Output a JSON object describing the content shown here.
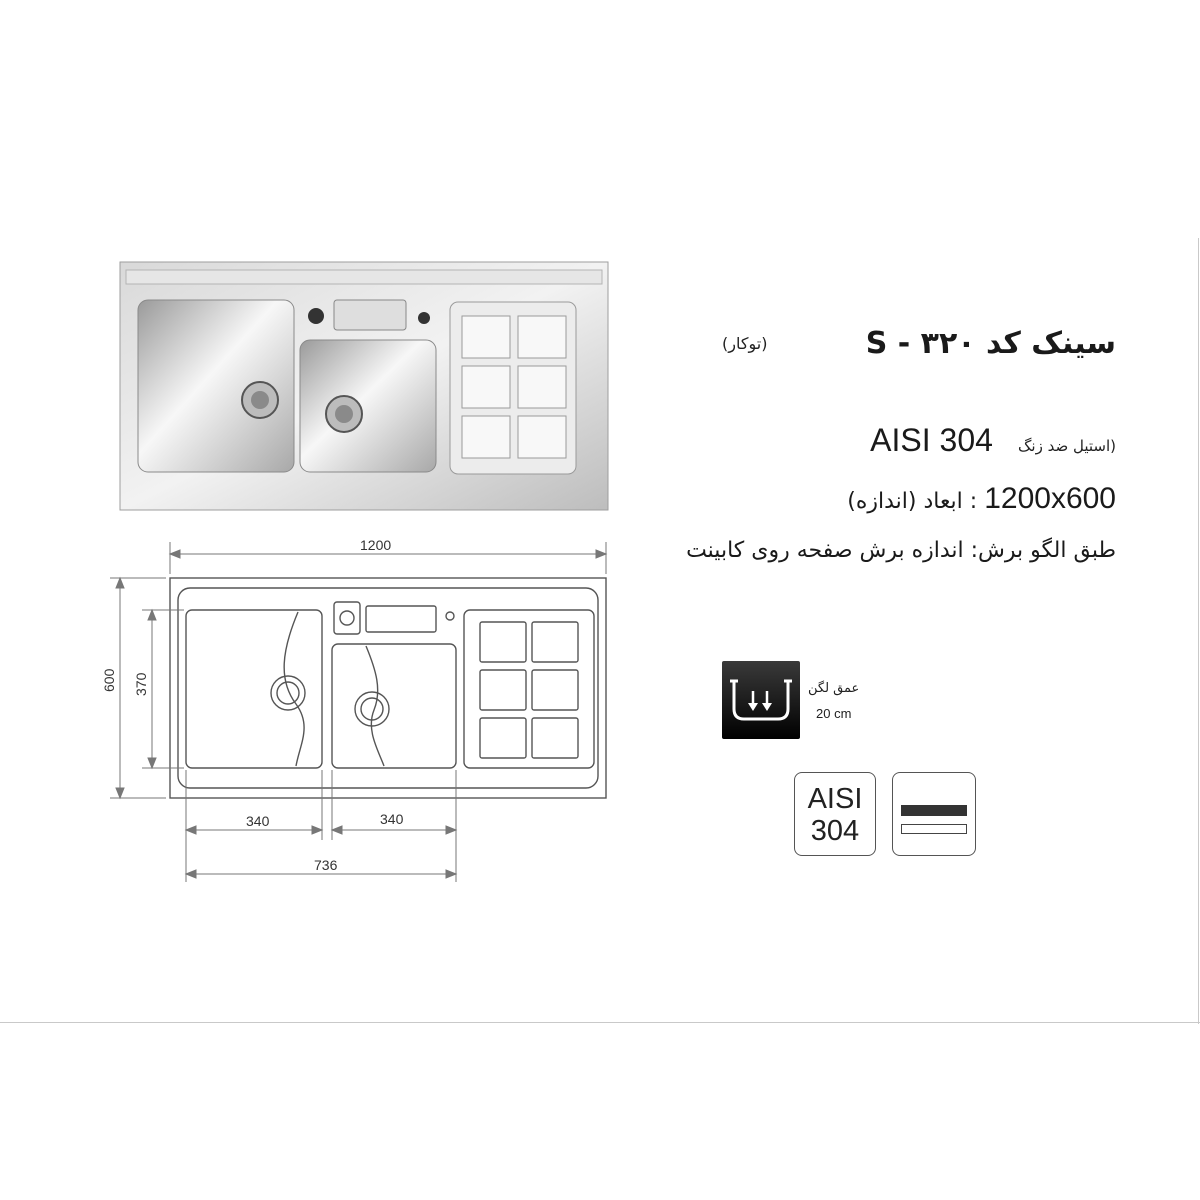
{
  "product": {
    "title": "سینک کد S - ۳۲۰",
    "install_type": "(توکار)",
    "material_note": "(استیل ضد زنگ",
    "material": "AISI 304",
    "dimensions_label": ": ابعاد (اندازه)",
    "dimensions_value": "1200x600",
    "cut_note": "طبق الگو برش: اندازه برش صفحه روی کابینت"
  },
  "drawing": {
    "overall_width": "1200",
    "overall_height": "600",
    "bowl_height": "370",
    "bowl1_width": "340",
    "bowl2_width": "340",
    "bowls_total": "736"
  },
  "badges": {
    "depth_label": "عمق لگن",
    "depth_value": "20 cm",
    "aisi_line1": "AISI",
    "aisi_line2": "304",
    "depth_icon": "sink-depth-icon",
    "thickness_icon": "steel-thickness-icon"
  }
}
